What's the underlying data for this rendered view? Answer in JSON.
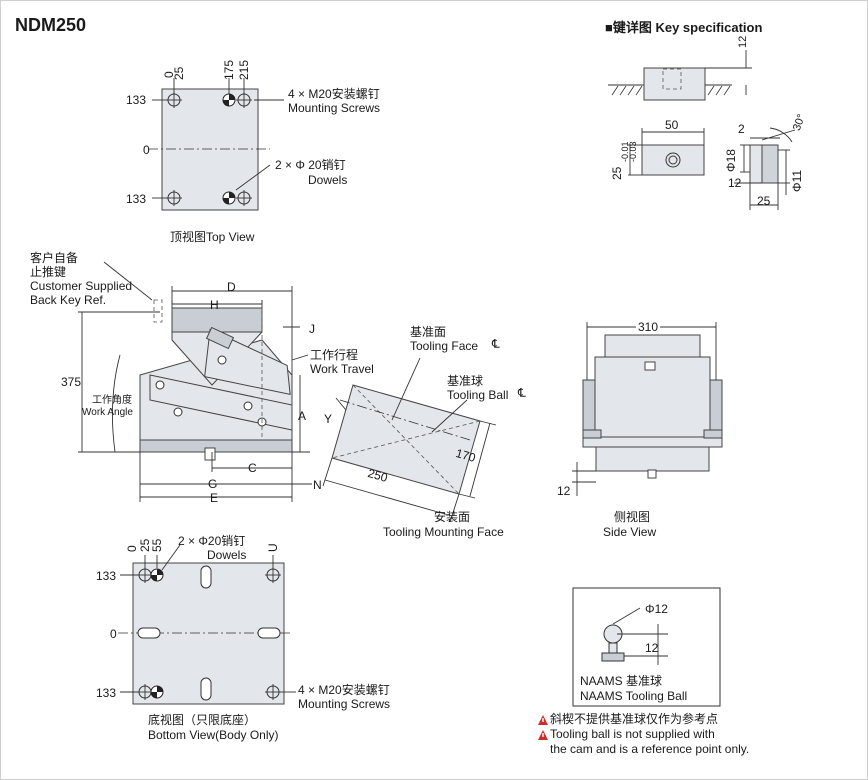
{
  "title": "NDM250",
  "key_spec": {
    "title": "■键详图 Key specification",
    "dims": {
      "d12": "12",
      "d50": "50",
      "tol": "25",
      "tol_up": "-0.01",
      "tol_lo": "-0.03",
      "d2": "2",
      "d30": "30°",
      "phi18": "Φ18",
      "phi11": "Φ11",
      "d12b": "12",
      "d25": "25"
    }
  },
  "top_view": {
    "xlabels": [
      "0",
      "25",
      "175",
      "215"
    ],
    "ylabels": [
      "133",
      "0",
      "133"
    ],
    "screws_cn": "4 × M20安装螺钉",
    "screws_en": "Mounting Screws",
    "dowels_cn": "2 × Φ 20销钉",
    "dowels_en": "Dowels",
    "caption": "顶视图Top View"
  },
  "front_view": {
    "key_cn1": "客户自备",
    "key_cn2": "止推键",
    "key_en1": "Customer Supplied",
    "key_en2": "Back Key Ref.",
    "d": "D",
    "h": "H",
    "j": "J",
    "a": "A",
    "c": "C",
    "g": "G",
    "e": "E",
    "n": "N",
    "d375": "375",
    "angle_cn": "工作角度",
    "angle_en": "Work Angle",
    "travel_cn": "工作行程",
    "travel_en": "Work Travel"
  },
  "face_view": {
    "tooling_face_cn": "基准面",
    "tooling_face_en": "Tooling Face",
    "ball_cn": "基准球",
    "ball_en": "Tooling Ball",
    "cl": "℄",
    "y": "Y",
    "d250": "250",
    "d170": "170",
    "caption_cn": "安装面",
    "caption_en": "Tooling Mounting Face"
  },
  "side_view": {
    "d310": "310",
    "d12": "12",
    "caption_cn": "侧视图",
    "caption_en": "Side View"
  },
  "bottom_view": {
    "xlabels": [
      "0",
      "25",
      "55",
      "U"
    ],
    "ylabels": [
      "133",
      "0",
      "133"
    ],
    "dowels_cn": "2 × Φ20销钉",
    "dowels_en": "Dowels",
    "screws_cn": "4 × M20安装螺钉",
    "screws_en": "Mounting Screws",
    "caption_cn": "底视图（只限底座）",
    "caption_en": "Bottom View(Body Only)"
  },
  "ball_box": {
    "phi12": "Φ12",
    "d12": "12",
    "cn": "NAAMS 基准球",
    "en": "NAAMS Tooling Ball"
  },
  "notes": {
    "cn": "斜楔不提供基准球仅作为参考点",
    "en1": "Tooling ball is not supplied with",
    "en2": "the cam and is a reference point only."
  },
  "icons": [
    "warning-icon"
  ],
  "colors": {
    "plate": "#e3e6ea",
    "warning": "#c9302c"
  }
}
